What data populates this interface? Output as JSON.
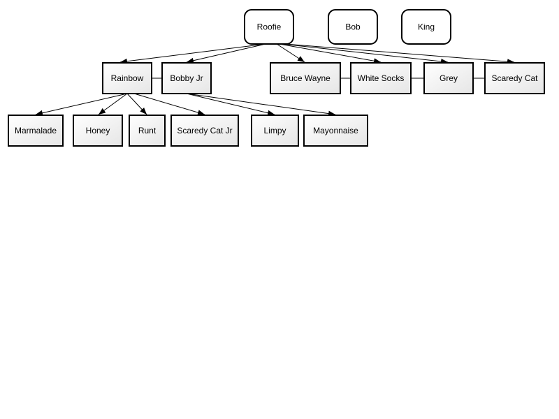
{
  "diagram": {
    "nodes": [
      {
        "id": "roofie",
        "label": "Roofie",
        "shape": "rounded"
      },
      {
        "id": "bob",
        "label": "Bob",
        "shape": "rounded"
      },
      {
        "id": "king",
        "label": "King",
        "shape": "rounded"
      },
      {
        "id": "rainbow",
        "label": "Rainbow",
        "shape": "box"
      },
      {
        "id": "bobby-jr",
        "label": "Bobby Jr",
        "shape": "box"
      },
      {
        "id": "bruce-wayne",
        "label": "Bruce Wayne",
        "shape": "box"
      },
      {
        "id": "white-socks",
        "label": "White Socks",
        "shape": "box"
      },
      {
        "id": "grey",
        "label": "Grey",
        "shape": "box"
      },
      {
        "id": "scaredy-cat",
        "label": "Scaredy Cat",
        "shape": "box"
      },
      {
        "id": "marmalade",
        "label": "Marmalade",
        "shape": "box"
      },
      {
        "id": "honey",
        "label": "Honey",
        "shape": "box"
      },
      {
        "id": "runt",
        "label": "Runt",
        "shape": "box"
      },
      {
        "id": "scaredy-cat-jr",
        "label": "Scaredy Cat Jr",
        "shape": "box"
      },
      {
        "id": "limpy",
        "label": "Limpy",
        "shape": "box"
      },
      {
        "id": "mayonnaise",
        "label": "Mayonnaise",
        "shape": "box"
      }
    ],
    "edges": [
      {
        "from": "roofie",
        "to": "rainbow"
      },
      {
        "from": "roofie",
        "to": "bobby-jr"
      },
      {
        "from": "roofie",
        "to": "bruce-wayne"
      },
      {
        "from": "roofie",
        "to": "white-socks"
      },
      {
        "from": "roofie",
        "to": "grey"
      },
      {
        "from": "roofie",
        "to": "scaredy-cat"
      },
      {
        "from": "rainbow",
        "to": "marmalade"
      },
      {
        "from": "rainbow",
        "to": "honey"
      },
      {
        "from": "rainbow",
        "to": "runt"
      },
      {
        "from": "rainbow",
        "to": "scaredy-cat-jr"
      },
      {
        "from": "bobby-jr",
        "to": "limpy"
      },
      {
        "from": "bobby-jr",
        "to": "mayonnaise"
      }
    ],
    "links": [
      {
        "from": "rainbow",
        "to": "bobby-jr"
      },
      {
        "from": "bruce-wayne",
        "to": "white-socks"
      },
      {
        "from": "white-socks",
        "to": "grey"
      },
      {
        "from": "grey",
        "to": "scaredy-cat"
      }
    ]
  }
}
